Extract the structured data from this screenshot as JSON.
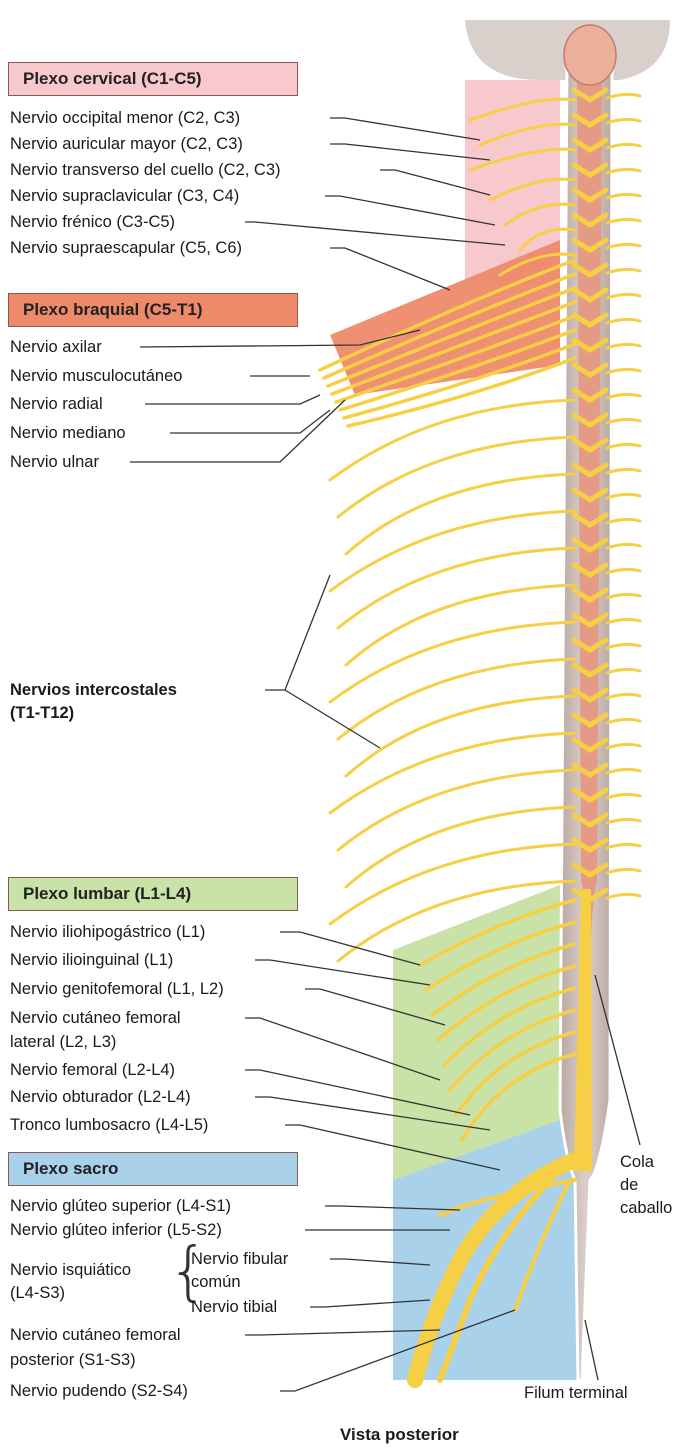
{
  "headers": {
    "cervical": "Plexo cervical (C1-C5)",
    "braquial": "Plexo braquial (C5-T1)",
    "lumbar": "Plexo lumbar (L1-L4)",
    "sacro": "Plexo sacro"
  },
  "cervical_nerves": [
    "Nervio occipital menor (C2, C3)",
    "Nervio auricular mayor (C2, C3)",
    "Nervio transverso del cuello (C2, C3)",
    "Nervio supraclavicular (C3, C4)",
    "Nervio frénico (C3-C5)",
    "Nervio supraescapular (C5, C6)"
  ],
  "brachial_nerves": [
    "Nervio axilar",
    "Nervio musculocutáneo",
    "Nervio radial",
    "Nervio mediano",
    "Nervio ulnar"
  ],
  "intercostal": {
    "line1": "Nervios intercostales",
    "line2": "(T1-T12)"
  },
  "lumbar_nerves": [
    "Nervio iliohipogástrico (L1)",
    "Nervio ilioinguinal (L1)",
    "Nervio genitofemoral (L1, L2)",
    "Nervio cutáneo femoral",
    "lateral (L2, L3)",
    "Nervio femoral (L2-L4)",
    "Nervio obturador (L2-L4)",
    "Tronco lumbosacro (L4-L5)"
  ],
  "sacral_nerves": {
    "gluteo_sup": "Nervio glúteo superior (L4-S1)",
    "gluteo_inf": "Nervio glúteo inferior (L5-S2)",
    "isquiatico_1": "Nervio isquiático",
    "isquiatico_2": "(L4-S3)",
    "fibular_1": "Nervio fibular",
    "fibular_2": "común",
    "tibial": "Nervio tibial",
    "cutaneo_post_1": "Nervio cutáneo femoral",
    "cutaneo_post_2": "posterior (S1-S3)",
    "pudendo": "Nervio pudendo (S2-S4)"
  },
  "cola": [
    "Cola",
    "de",
    "caballo"
  ],
  "filum": "Filum terminal",
  "caption": "Vista posterior",
  "colors": {
    "cervical_fill": "#f7c9cc",
    "braquial_fill": "#ee8a6a",
    "lumbar_fill": "#c9e2a7",
    "sacro_fill": "#a9d1ea",
    "nerve": "#f6cf45",
    "cord": "#e59a86"
  }
}
